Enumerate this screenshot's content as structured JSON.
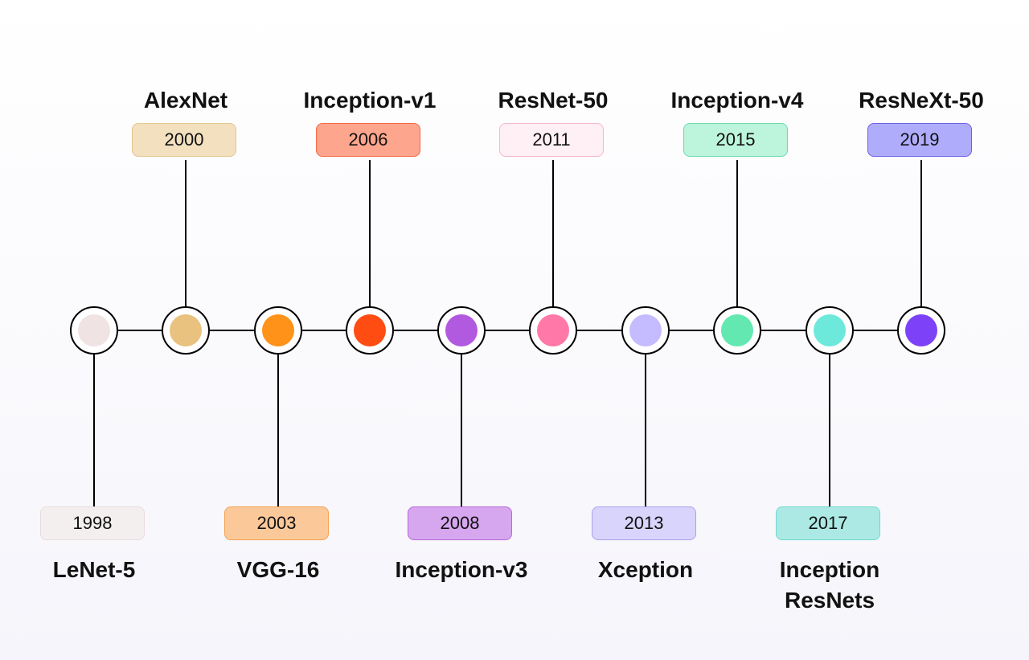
{
  "events": [
    {
      "model": "LeNet-5",
      "year": "1998",
      "position": "bottom",
      "dot_color": "#efe3e3",
      "box_fill": "#f4efef",
      "box_border": "#e6dcdc"
    },
    {
      "model": "AlexNet",
      "year": "2000",
      "position": "top",
      "dot_color": "#e8c27e",
      "box_fill": "#f2e0bf",
      "box_border": "#e6c690"
    },
    {
      "model": "VGG-16",
      "year": "2003",
      "position": "bottom",
      "dot_color": "#ff9218",
      "box_fill": "#fbc89a",
      "box_border": "#f5a24f"
    },
    {
      "model": "Inception-v1",
      "year": "2006",
      "position": "top",
      "dot_color": "#ff4c12",
      "box_fill": "#fea58d",
      "box_border": "#f36a47"
    },
    {
      "model": "Inception-v3",
      "year": "2008",
      "position": "bottom",
      "dot_color": "#b25adf",
      "box_fill": "#d6a6ee",
      "box_border": "#b86ad9"
    },
    {
      "model": "ResNet-50",
      "year": "2011",
      "position": "top",
      "dot_color": "#ff78a8",
      "box_fill": "#fef0f5",
      "box_border": "#f6b6cd"
    },
    {
      "model": "Xception",
      "year": "2013",
      "position": "bottom",
      "dot_color": "#c4bcff",
      "box_fill": "#d8d4fb",
      "box_border": "#aaa2ef"
    },
    {
      "model": "Inception-v4",
      "year": "2015",
      "position": "top",
      "dot_color": "#62e8b0",
      "box_fill": "#bdf4dc",
      "box_border": "#6ed9ad"
    },
    {
      "model": "Inception ResNets",
      "model_lines": [
        "Inception",
        "ResNets"
      ],
      "year": "2017",
      "position": "bottom",
      "dot_color": "#6de9dc",
      "box_fill": "#ace9e4",
      "box_border": "#6dd9ce"
    },
    {
      "model": "ResNeXt-50",
      "year": "2019",
      "position": "top",
      "dot_color": "#7d42f7",
      "box_fill": "#afadfb",
      "box_border": "#6d62e2"
    }
  ]
}
